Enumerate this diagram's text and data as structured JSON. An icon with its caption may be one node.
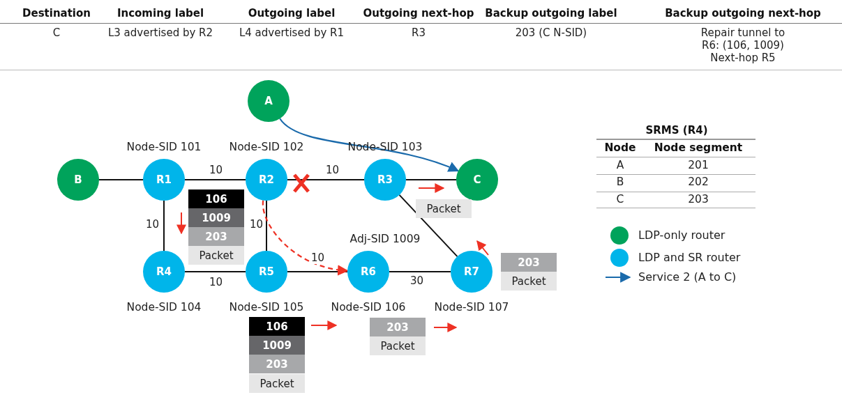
{
  "diagram": {
    "nodes": [
      {
        "text": [
          "A"
        ]
      },
      {
        "text": [
          "B"
        ]
      },
      {
        "text": [
          "R1"
        ],
        "beside": [
          "Node-SID 101"
        ]
      },
      {
        "text": [
          "R2"
        ],
        "beside": [
          "Node-SID 102"
        ]
      },
      {
        "text": [
          "R3"
        ],
        "beside": [
          "Node-SID 103"
        ]
      },
      {
        "text": [
          "C"
        ]
      },
      {
        "text": [
          "106"
        ]
      },
      {
        "text": [
          "1009"
        ]
      },
      {
        "text": [
          "203"
        ]
      },
      {
        "text": [
          "Packet"
        ]
      },
      {
        "text": [
          "Packet"
        ]
      },
      {
        "text": [
          "R4"
        ],
        "beside": [
          "Node-SID 104"
        ]
      },
      {
        "text": [
          "R5"
        ],
        "beside": [
          "Node-SID 105"
        ]
      },
      {
        "text": [
          "R6"
        ],
        "beside": [
          "Node-SID 106"
        ]
      },
      {
        "text": [
          "R7"
        ],
        "beside": [
          "Node-SID 107"
        ]
      },
      {
        "text": [
          "203"
        ]
      },
      {
        "text": [
          "Packet"
        ]
      },
      {
        "text": [
          "106"
        ]
      },
      {
        "text": [
          "1009"
        ]
      },
      {
        "text": [
          "203"
        ]
      },
      {
        "text": [
          "Packet"
        ]
      },
      {
        "text": [
          "203"
        ]
      },
      {
        "text": [
          "Packet"
        ]
      }
    ],
    "edges": [
      {
        "from": 1,
        "to": 2,
        "arrow": "none"
      },
      {
        "from": 2,
        "to": 3,
        "arrow": "none",
        "label": "10"
      },
      {
        "from": 3,
        "to": 4,
        "arrow": "none",
        "label": "10"
      },
      {
        "from": 4,
        "to": 5,
        "arrow": "none"
      },
      {
        "from": 2,
        "to": 11,
        "arrow": "none",
        "label": "10"
      },
      {
        "from": 3,
        "to": 12,
        "arrow": "none",
        "label": "10"
      },
      {
        "from": 11,
        "to": 12,
        "arrow": "none",
        "label": "10"
      },
      {
        "from": 12,
        "to": 13,
        "arrow": "none",
        "label": "10"
      },
      {
        "from": 13,
        "to": 14,
        "arrow": "none",
        "label": "30"
      },
      {
        "from": 4,
        "to": 14,
        "arrow": "none"
      },
      {
        "from": 0,
        "to": 5,
        "arrow": "to",
        "color": "#1a6aab"
      },
      {
        "from": 3,
        "to": 13,
        "arrow": "to",
        "style": "dashed",
        "color": "#ee3124"
      }
    ],
    "labels": [
      "Destination",
      "Incoming label",
      "Outgoing label",
      "Outgoing next-hop",
      "Backup outgoing label",
      "Backup outgoing next-hop",
      "C",
      "L3 advertised by R2",
      "L4 advertised by R1",
      "R3",
      "203 (C N-SID)",
      "Repair tunnel to R6: (106, 1009) Next-hop R5",
      "Adj-SID 1009",
      "SRMS (R4)",
      "Node",
      "Node segment",
      "A",
      "201",
      "B",
      "202",
      "C",
      "203"
    ],
    "legend": [
      {
        "text": "LDP-only router",
        "color": "#00a35b"
      },
      {
        "text": "LDP and SR router",
        "color": "#00b5ea"
      },
      {
        "text": "Service 2 (A to C)"
      }
    ]
  }
}
